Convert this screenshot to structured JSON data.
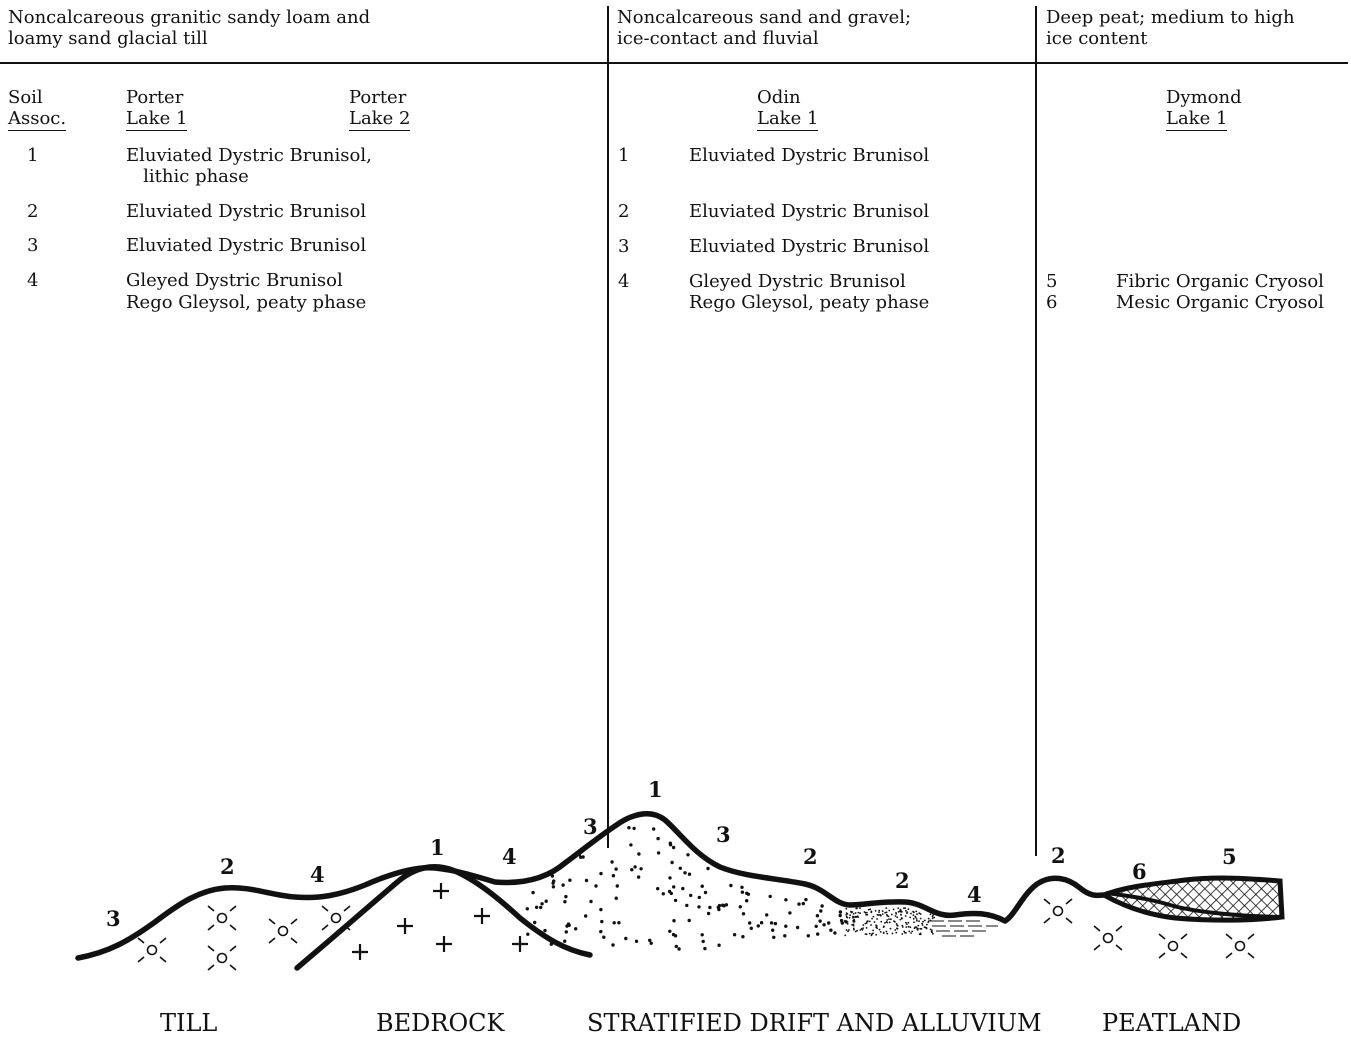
{
  "columns": {
    "till_bedrock": {
      "material": [
        "Noncalcareous granitic sandy loam and",
        "loamy sand glacial till"
      ],
      "header_soil": [
        "Soil",
        "Assoc."
      ],
      "header_a": [
        "Porter",
        "Lake 1"
      ],
      "header_b": [
        "Porter",
        "Lake 2"
      ],
      "rows": [
        {
          "n": "1",
          "text": [
            "Eluviated Dystric Brunisol,",
            "   lithic phase"
          ]
        },
        {
          "n": "2",
          "text": [
            "Eluviated Dystric Brunisol"
          ]
        },
        {
          "n": "3",
          "text": [
            "Eluviated Dystric Brunisol"
          ]
        },
        {
          "n": "4",
          "text": [
            "Gleyed Dystric Brunisol",
            "Rego Gleysol, peaty phase"
          ]
        }
      ]
    },
    "drift": {
      "material": [
        "Noncalcareous sand and gravel;",
        "ice-contact and fluvial"
      ],
      "header": [
        "Odin",
        "Lake 1"
      ],
      "rows": [
        {
          "n": "1",
          "text": [
            "Eluviated Dystric Brunisol"
          ]
        },
        {
          "n": "2",
          "text": [
            "Eluviated Dystric Brunisol"
          ]
        },
        {
          "n": "3",
          "text": [
            "Eluviated Dystric Brunisol"
          ]
        },
        {
          "n": "4",
          "text": [
            "Gleyed Dystric Brunisol",
            "Rego Gleysol, peaty phase"
          ]
        }
      ]
    },
    "peat": {
      "material": [
        "Deep peat; medium to high",
        "ice content"
      ],
      "header": [
        "Dymond",
        "Lake 1"
      ],
      "rows": [
        {
          "n": "5",
          "text": [
            "Fibric Organic Cryosol"
          ]
        },
        {
          "n": "6",
          "text": [
            "Mesic Organic Cryosol"
          ]
        }
      ]
    }
  },
  "profile_labels": [
    "3",
    "2",
    "4",
    "1",
    "4",
    "3",
    "1",
    "3",
    "2",
    "2",
    "4",
    "2",
    "6",
    "5"
  ],
  "units": [
    "TILL",
    "BEDROCK",
    "STRATIFIED DRIFT AND ALLUVIUM",
    "PEATLAND"
  ]
}
